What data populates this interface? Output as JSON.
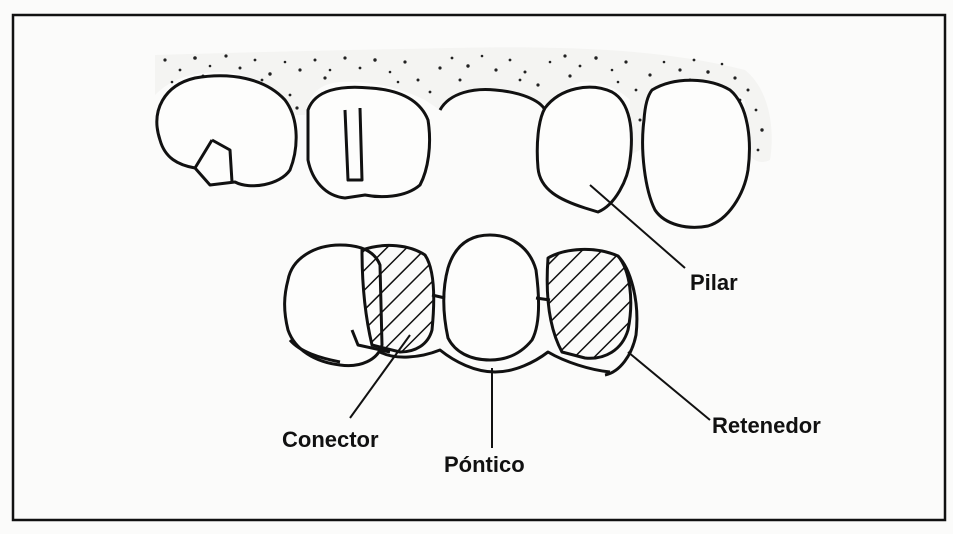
{
  "figure": {
    "labels": {
      "pilar": "Pilar",
      "retenedor": "Retenedor",
      "conector": "Conector",
      "pontico": "Póntico"
    }
  }
}
